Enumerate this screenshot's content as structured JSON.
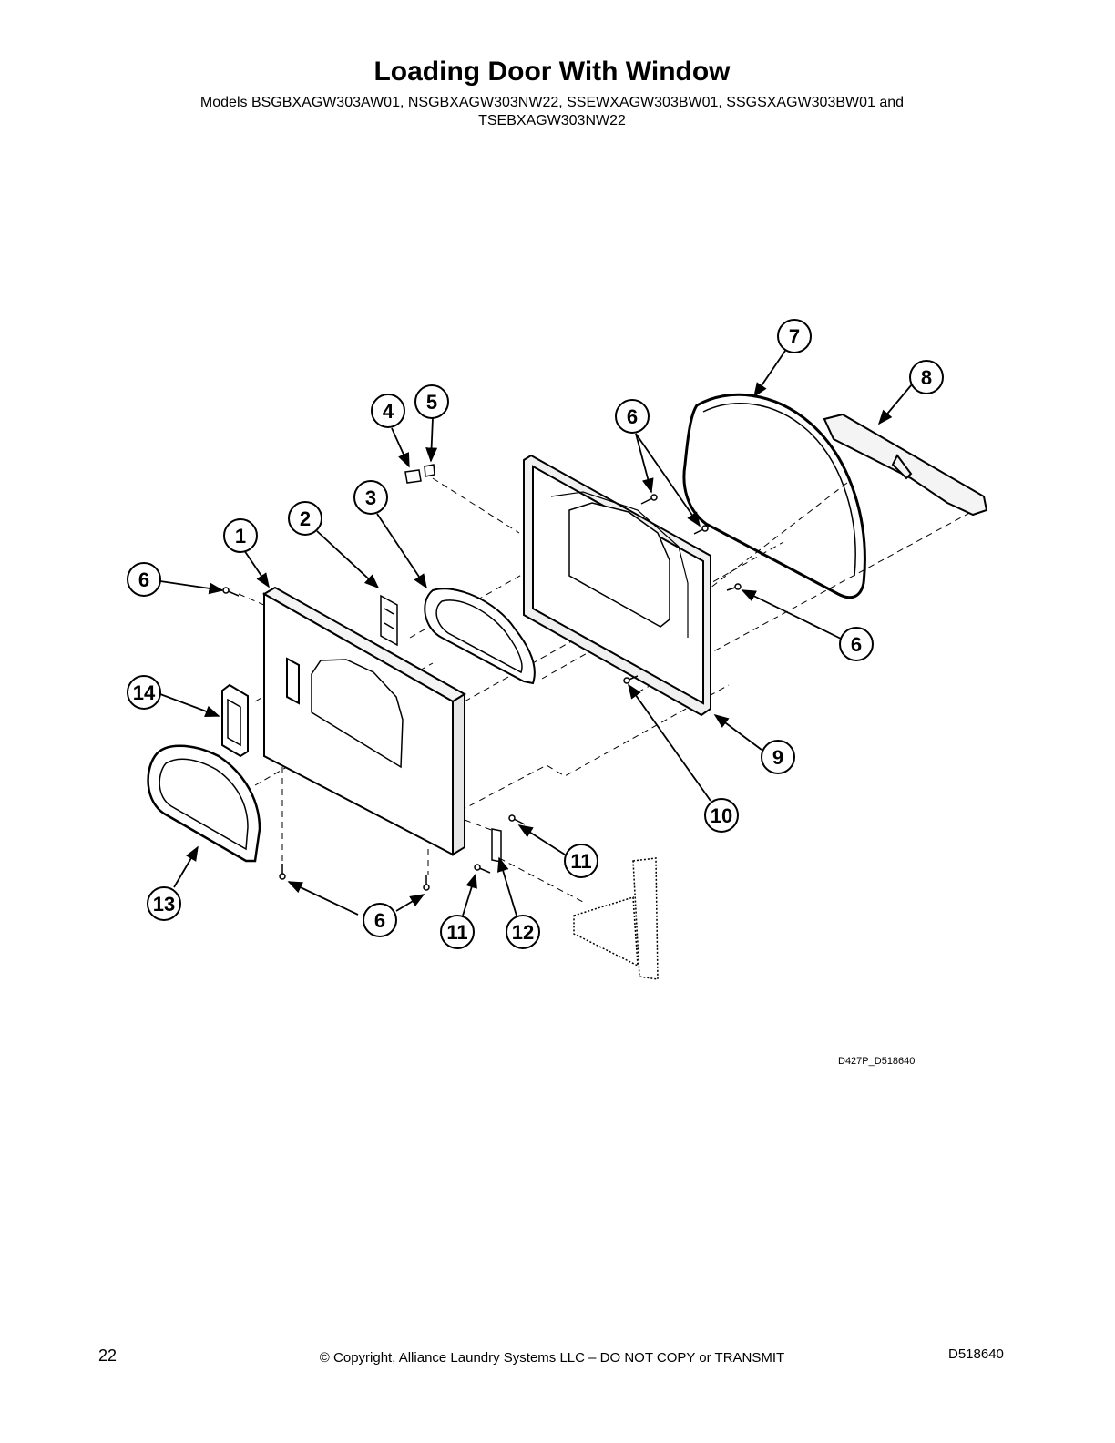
{
  "title": "Loading Door With Window",
  "subtitle_line1": "Models BSGBXAGW303AW01, NSGBXAGW303NW22, SSEWXAGW303BW01, SSGSXAGW303BW01 and",
  "subtitle_line2": "TSEBXAGW303NW22",
  "diagram_code": "D427P_D518640",
  "callouts": {
    "c1": "1",
    "c2": "2",
    "c3": "3",
    "c4": "4",
    "c5": "5",
    "c6a": "6",
    "c6b": "6",
    "c6c": "6",
    "c6d": "6",
    "c7": "7",
    "c8": "8",
    "c9": "9",
    "c10": "10",
    "c11a": "11",
    "c11b": "11",
    "c12": "12",
    "c13": "13",
    "c14": "14"
  },
  "footer": {
    "page_number": "22",
    "copyright": "© Copyright, Alliance Laundry Systems LLC – DO NOT COPY or TRANSMIT",
    "doc_number": "D518640"
  }
}
